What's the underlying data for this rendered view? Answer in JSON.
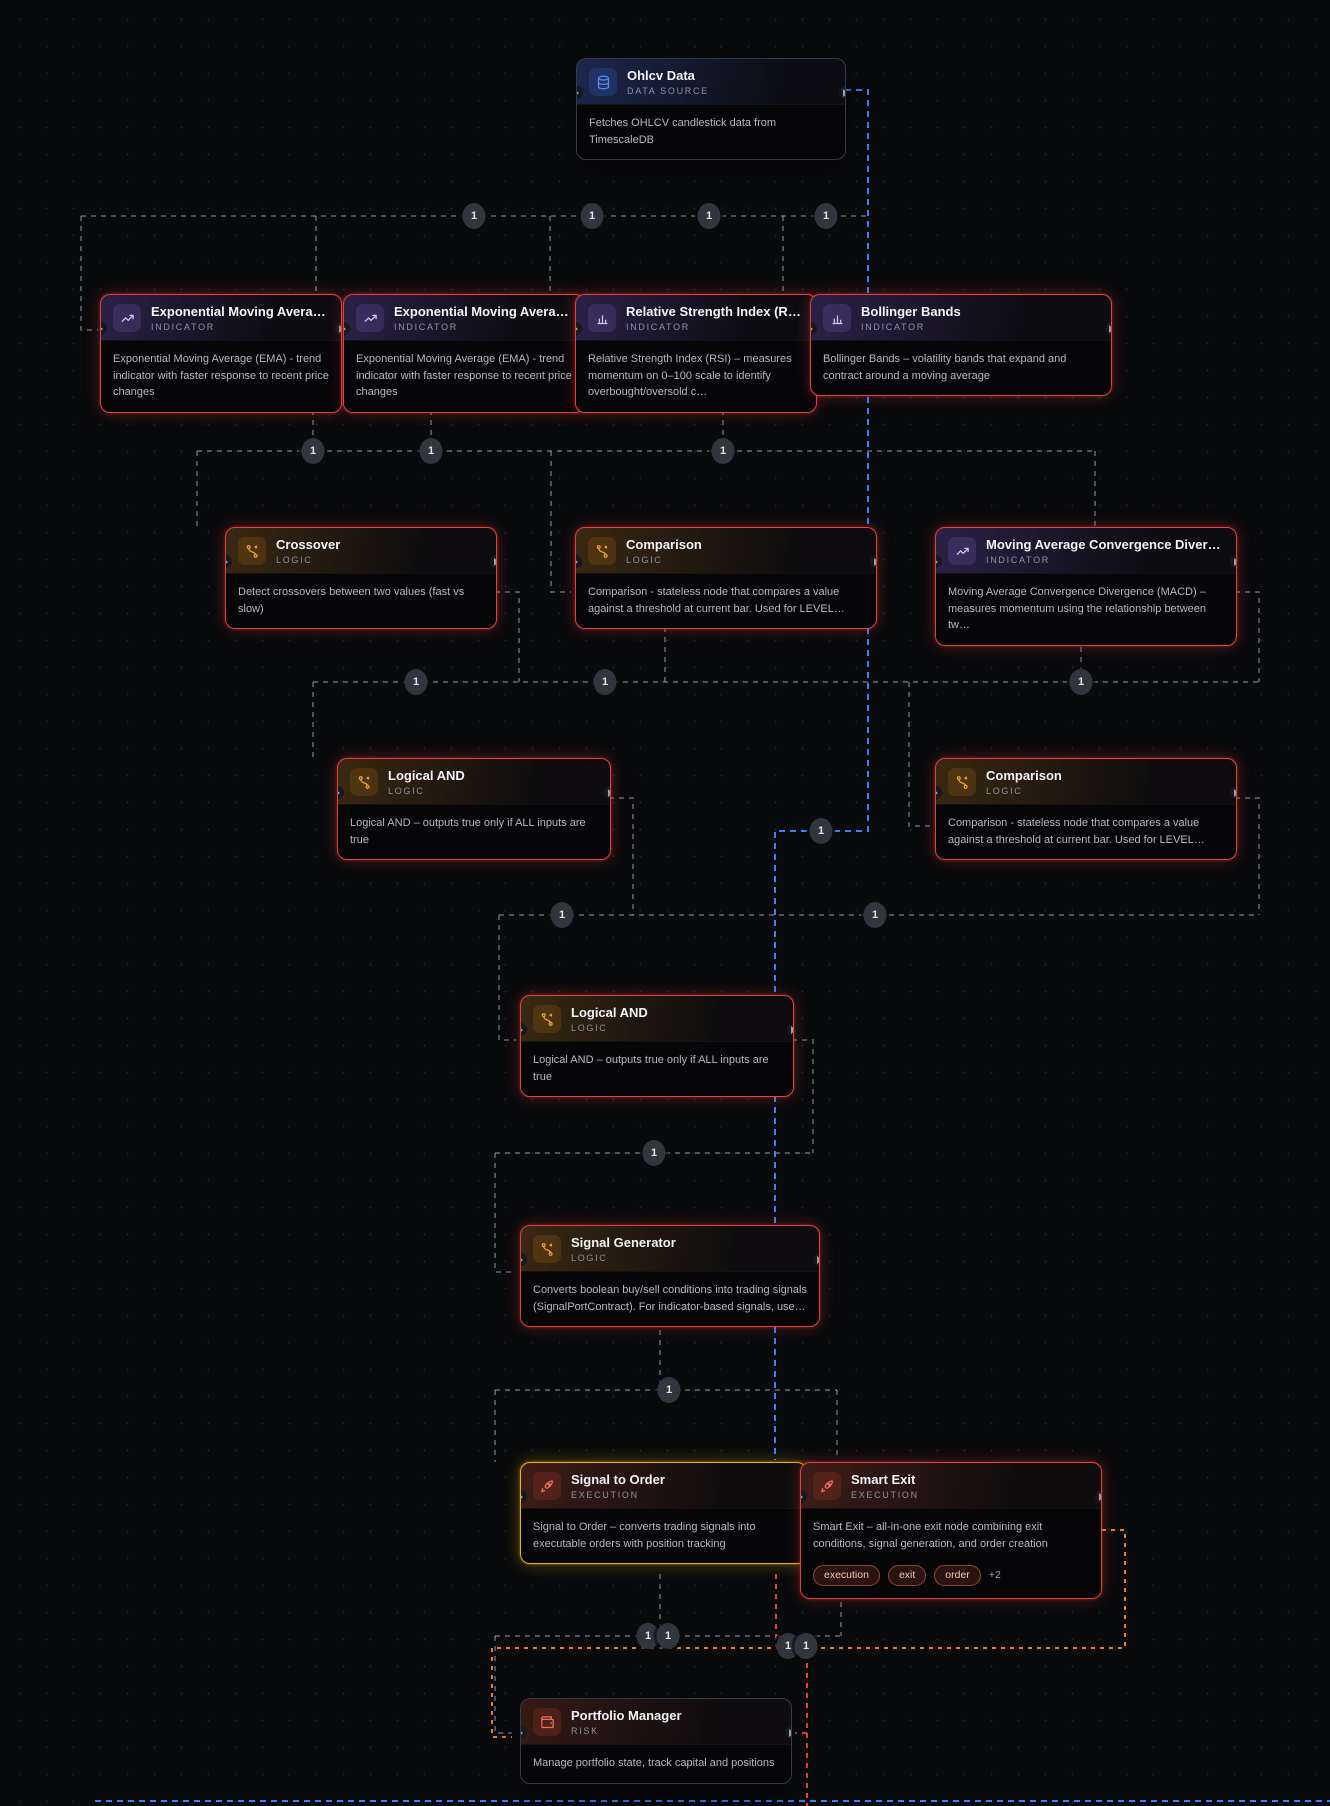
{
  "colors": {
    "edge_default": "#9ea4b0",
    "edge_signal_blue": "#3b82f6",
    "edge_exit_orange": "#f07b1d",
    "edge_risk_red": "#e84040",
    "node_border_red": "#e04040",
    "node_border_selected": "#eab308",
    "category_indicator_accent": "#8b6dd8",
    "category_logic_accent": "#f0a330",
    "category_execution_accent": "#f07055",
    "category_source_accent": "#4f83f2"
  },
  "edges": {
    "badge_label": "1"
  },
  "nodes": [
    {
      "title": "Ohlcv Data",
      "category": "DATA SOURCE",
      "icon": "database-icon",
      "description": "Fetches OHLCV candlestick data from TimescaleDB"
    },
    {
      "title": "Exponential Moving Average (EMA)",
      "category": "INDICATOR",
      "icon": "trend-up-icon",
      "description": "Exponential Moving Average (EMA) - trend indicator with faster response to recent price changes"
    },
    {
      "title": "Exponential Moving Average (EMA)",
      "category": "INDICATOR",
      "icon": "trend-up-icon",
      "description": "Exponential Moving Average (EMA) - trend indicator with faster response to recent price changes"
    },
    {
      "title": "Relative Strength Index (RSI)",
      "category": "INDICATOR",
      "icon": "bar-chart-icon",
      "description": "Relative Strength Index (RSI) – measures momentum on 0–100 scale to identify overbought/oversold c…"
    },
    {
      "title": "Bollinger Bands",
      "category": "INDICATOR",
      "icon": "bar-chart-icon",
      "description": "Bollinger Bands – volatility bands that expand and contract around a moving average"
    },
    {
      "title": "Crossover",
      "category": "LOGIC",
      "icon": "branch-icon",
      "description": "Detect crossovers between two values (fast vs slow)"
    },
    {
      "title": "Comparison",
      "category": "LOGIC",
      "icon": "branch-icon",
      "description": "Comparison - stateless node that compares a value against a threshold at current bar. Used for LEVEL…"
    },
    {
      "title": "Moving Average Convergence Divergence",
      "category": "INDICATOR",
      "icon": "trend-up-icon",
      "description": "Moving Average Convergence Divergence (MACD) – measures momentum using the relationship between tw…"
    },
    {
      "title": "Logical AND",
      "category": "LOGIC",
      "icon": "branch-icon",
      "description": "Logical AND – outputs true only if ALL inputs are true"
    },
    {
      "title": "Comparison",
      "category": "LOGIC",
      "icon": "branch-icon",
      "description": "Comparison - stateless node that compares a value against a threshold at current bar. Used for LEVEL…"
    },
    {
      "title": "Logical AND",
      "category": "LOGIC",
      "icon": "branch-icon",
      "description": "Logical AND – outputs true only if ALL inputs are true"
    },
    {
      "title": "Signal Generator",
      "category": "LOGIC",
      "icon": "branch-icon",
      "description": "Converts boolean buy/sell conditions into trading signals (SignalPortContract). For indicator-based signals, use…"
    },
    {
      "title": "Signal to Order",
      "category": "EXECUTION",
      "icon": "rocket-icon",
      "description": "Signal to Order – converts trading signals into executable orders with position tracking"
    },
    {
      "title": "Smart Exit",
      "category": "EXECUTION",
      "icon": "rocket-icon",
      "description": "Smart Exit – all-in-one exit node combining exit conditions, signal generation, and order creation",
      "tags": [
        "execution",
        "exit",
        "order"
      ],
      "tags_more": "+2"
    },
    {
      "title": "Portfolio Manager",
      "category": "RISK",
      "icon": "wallet-icon",
      "description": "Manage portfolio state, track capital and positions"
    }
  ]
}
